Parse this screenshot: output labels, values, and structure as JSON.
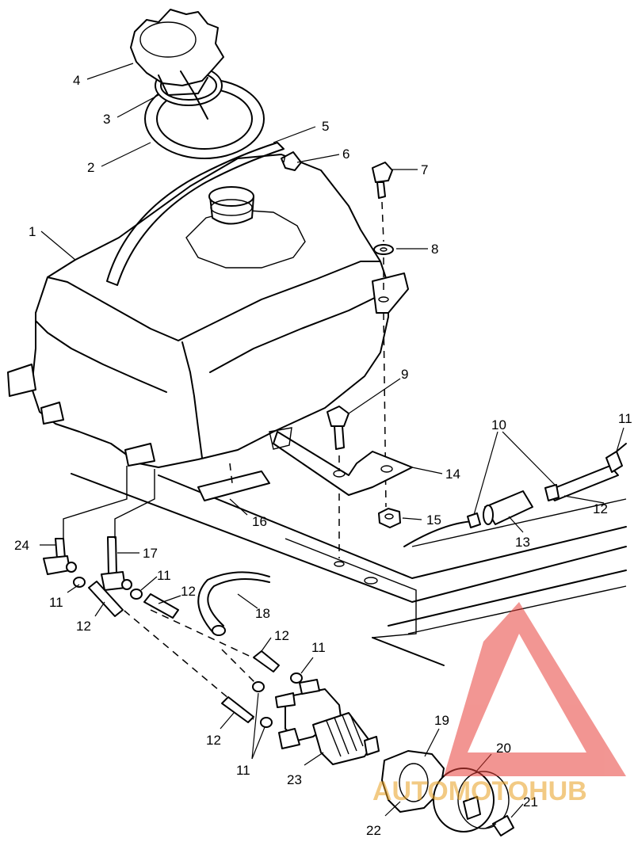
{
  "diagram": {
    "callouts": [
      {
        "id": "c1",
        "text": "1"
      },
      {
        "id": "c2",
        "text": "2"
      },
      {
        "id": "c3",
        "text": "3"
      },
      {
        "id": "c4",
        "text": "4"
      },
      {
        "id": "c5",
        "text": "5"
      },
      {
        "id": "c6",
        "text": "6"
      },
      {
        "id": "c7",
        "text": "7"
      },
      {
        "id": "c8",
        "text": "8"
      },
      {
        "id": "c9",
        "text": "9"
      },
      {
        "id": "c10",
        "text": "10"
      },
      {
        "id": "c11a",
        "text": "11"
      },
      {
        "id": "c11b",
        "text": "11"
      },
      {
        "id": "c11c",
        "text": "11"
      },
      {
        "id": "c11d",
        "text": "11"
      },
      {
        "id": "c11e",
        "text": "11"
      },
      {
        "id": "c12a",
        "text": "12"
      },
      {
        "id": "c12b",
        "text": "12"
      },
      {
        "id": "c12c",
        "text": "12"
      },
      {
        "id": "c12d",
        "text": "12"
      },
      {
        "id": "c12e",
        "text": "12"
      },
      {
        "id": "c13",
        "text": "13"
      },
      {
        "id": "c14",
        "text": "14"
      },
      {
        "id": "c15",
        "text": "15"
      },
      {
        "id": "c16",
        "text": "16"
      },
      {
        "id": "c17",
        "text": "17"
      },
      {
        "id": "c18",
        "text": "18"
      },
      {
        "id": "c19",
        "text": "19"
      },
      {
        "id": "c20",
        "text": "20"
      },
      {
        "id": "c21",
        "text": "21"
      },
      {
        "id": "c22",
        "text": "22"
      },
      {
        "id": "c23",
        "text": "23"
      },
      {
        "id": "c24",
        "text": "24"
      }
    ]
  },
  "watermark": {
    "text": "AUTOMOTOHUB",
    "color_primary": "#e8403a",
    "color_secondary": "#e8a020",
    "color_dark": "#444444"
  }
}
